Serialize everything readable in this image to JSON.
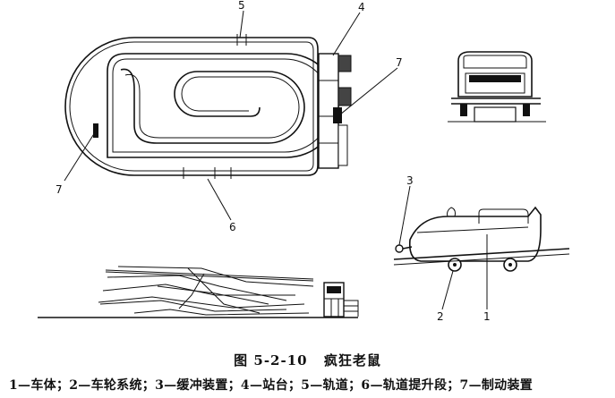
{
  "figure": {
    "number": "图 5-2-10",
    "title": "疯狂老鼠",
    "legend": "1—车体；2—车轮系统；3—缓冲装置；4—站台；5—轨道；6—轨道提升段；7—制动装置"
  },
  "callouts": {
    "plan": {
      "label_5": "5",
      "label_4": "4",
      "label_7_top": "7",
      "label_7_left": "7",
      "label_6": "6"
    },
    "car": {
      "label_3": "3",
      "label_2": "2",
      "label_1": "1"
    }
  }
}
